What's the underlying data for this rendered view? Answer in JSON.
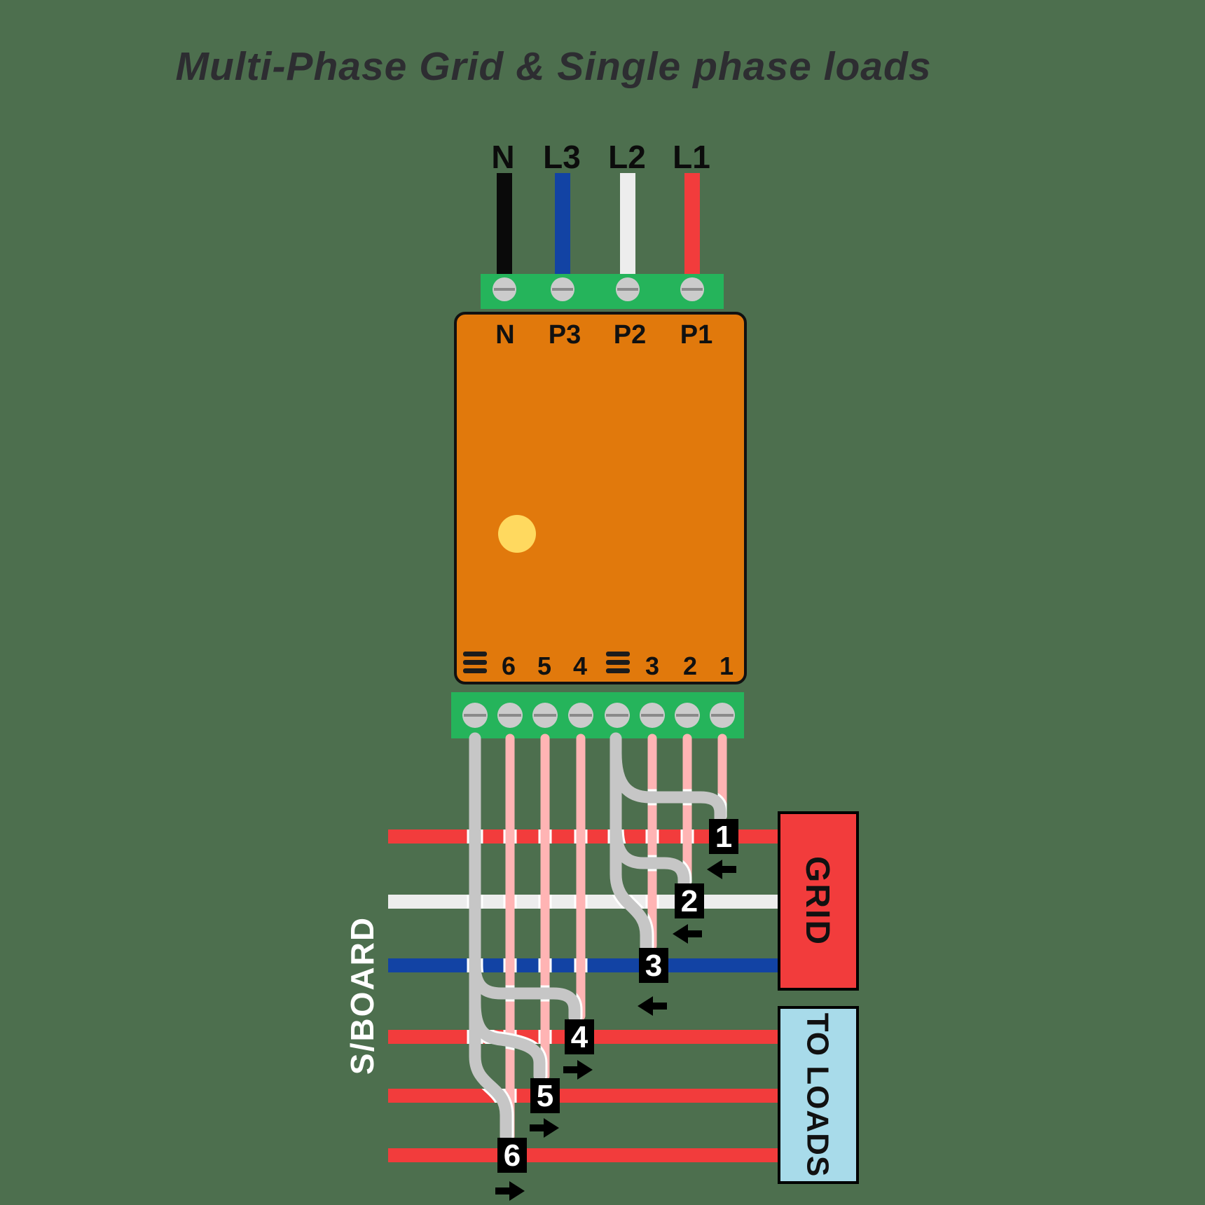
{
  "title": "Multi-Phase Grid & Single phase loads",
  "input_wires": [
    {
      "label": "N",
      "color": "#0a0a0a"
    },
    {
      "label": "L3",
      "color": "#1243a4"
    },
    {
      "label": "L2",
      "color": "#ededed"
    },
    {
      "label": "L1",
      "color": "#f23c3c"
    }
  ],
  "device": {
    "top_labels": [
      "N",
      "P3",
      "P2",
      "P1"
    ],
    "bottom_labels": [
      "6",
      "5",
      "4",
      "3",
      "2",
      "1"
    ],
    "ground_icon": "earth-ground-bars",
    "led_color": "#ffd95f"
  },
  "connections": [
    {
      "num": "1",
      "side": "grid"
    },
    {
      "num": "2",
      "side": "grid"
    },
    {
      "num": "3",
      "side": "grid"
    },
    {
      "num": "4",
      "side": "loads"
    },
    {
      "num": "5",
      "side": "loads"
    },
    {
      "num": "6",
      "side": "loads"
    }
  ],
  "buses": {
    "grid": [
      "#f23c3c",
      "#ededed",
      "#1243a4"
    ],
    "loads": [
      "#f23c3c",
      "#f23c3c",
      "#f23c3c"
    ]
  },
  "sboard": {
    "label": "S/BOARD"
  },
  "grid_box": {
    "label": "GRID",
    "color": "#f23c3c"
  },
  "loads_box": {
    "label": "TO LOADS",
    "color": "#a8dbea"
  },
  "colors": {
    "background": "#4d6f4e",
    "terminal_green": "#25b45b",
    "device_orange": "#e1790c",
    "device_border": "#111111",
    "led_yellow": "#ffd95f",
    "wire_pink": "#ffb4b4",
    "wire_gray": "#c6c6c6",
    "wire_casing": "#ffffff",
    "bus_red": "#f23c3c",
    "bus_white": "#ededed",
    "bus_blue": "#1243a4",
    "screw_gray": "#cbcbcb",
    "screw_slot": "#8a8a8a",
    "badge_bg": "#000000",
    "badge_text": "#ffffff",
    "arrow_black": "#000000",
    "text_dark": "#2d2d31",
    "text_white": "#ffffff"
  }
}
